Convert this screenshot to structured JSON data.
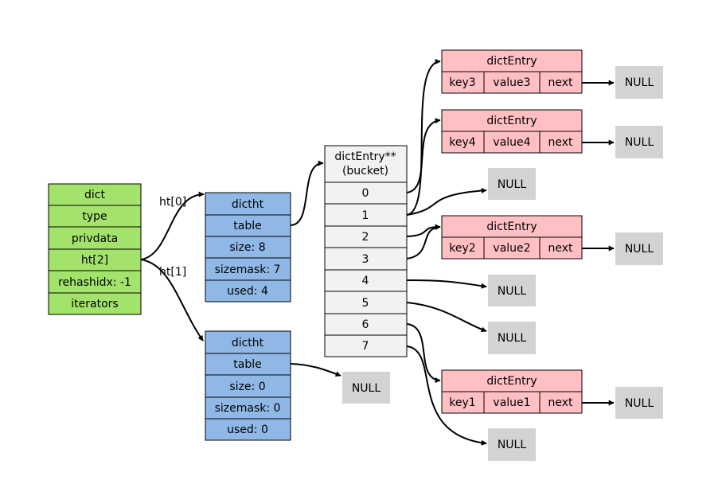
{
  "dict": {
    "fields": [
      "dict",
      "type",
      "privdata",
      "ht[2]",
      "rehashidx: -1",
      "iterators"
    ]
  },
  "edge_labels": {
    "ht0": "ht[0]",
    "ht1": "ht[1]"
  },
  "dictht0": {
    "fields": [
      "dictht",
      "table",
      "size: 8",
      "sizemask: 7",
      "used: 4"
    ]
  },
  "dictht1": {
    "fields": [
      "dictht",
      "table",
      "size: 0",
      "sizemask: 0",
      "used: 0"
    ]
  },
  "bucket": {
    "header_line1": "dictEntry**",
    "header_line2": "(bucket)",
    "slots": [
      "0",
      "1",
      "2",
      "3",
      "4",
      "5",
      "6",
      "7"
    ]
  },
  "entries": {
    "key3": {
      "title": "dictEntry",
      "key": "key3",
      "value": "value3",
      "next": "next"
    },
    "key4": {
      "title": "dictEntry",
      "key": "key4",
      "value": "value4",
      "next": "next"
    },
    "key2": {
      "title": "dictEntry",
      "key": "key2",
      "value": "value2",
      "next": "next"
    },
    "key1": {
      "title": "dictEntry",
      "key": "key1",
      "value": "value1",
      "next": "next"
    }
  },
  "null_label": "NULL"
}
